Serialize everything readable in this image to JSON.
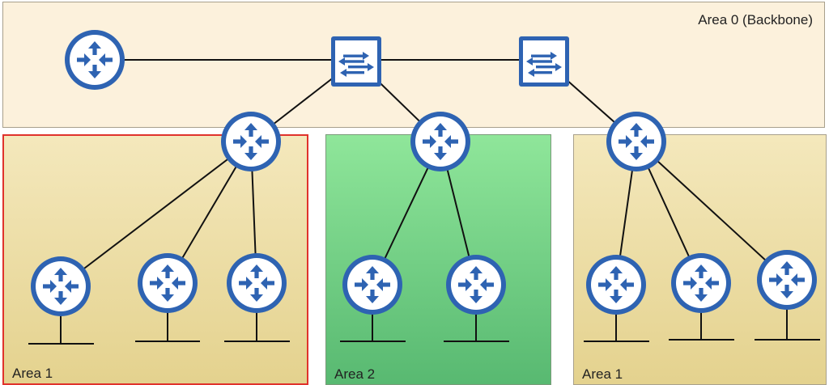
{
  "areas": {
    "backbone": {
      "label": "Area 0 (Backbone)"
    },
    "left": {
      "label": "Area 1"
    },
    "middle": {
      "label": "Area 2"
    },
    "right": {
      "label": "Area 1"
    }
  },
  "icons": {
    "router": "router-icon",
    "switch": "switch-icon"
  },
  "colors": {
    "device_blue": "#2e63b2",
    "backbone_fill": "#fcf1dc",
    "area1_fill": "#ecdca2",
    "area2_fill": "#7bd68a",
    "selected_border": "#e0322c"
  }
}
